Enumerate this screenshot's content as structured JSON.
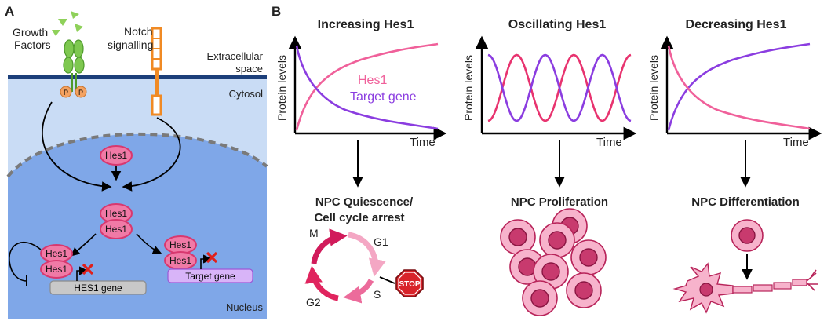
{
  "panel_a": {
    "label": "A",
    "growth_factors": [
      "Growth",
      "Factors"
    ],
    "notch": [
      "Notch",
      "signalling"
    ],
    "extracellular": [
      "Extracellular",
      "space"
    ],
    "cytosol": "Cytosol",
    "nucleus": "Nucleus",
    "phospho": "P",
    "hes1": "Hes1",
    "hes1_gene": "HES1 gene",
    "target_gene": "Target gene",
    "colors": {
      "hes1_fill": "#f07aa6",
      "hes1_stroke": "#d8386f",
      "membrane": "#1c3f7a",
      "nucleus": "#7fa7e8",
      "cytosol": "#c9dcf5",
      "notch": "#f08a24",
      "growth_factor": "#7ec850",
      "phospho": "#f4a261",
      "repress_x": "#e0201b"
    }
  },
  "panel_b": {
    "label": "B",
    "time_label": "Time",
    "ylabel": "Protein levels",
    "legend": {
      "hes1": "Hes1",
      "target": "Target gene"
    },
    "colors": {
      "hes1": "#f0609a",
      "target": "#8b3de0",
      "hes1_osc": "#e8336f"
    },
    "graphs": [
      {
        "title": "Increasing  Hes1",
        "outcome": [
          "NPC Quiescence/",
          "Cell cycle arrest"
        ]
      },
      {
        "title": "Oscillating  Hes1",
        "outcome": [
          "NPC Proliferation"
        ]
      },
      {
        "title": "Decreasing  Hes1",
        "outcome": [
          "NPC Differentiation"
        ]
      }
    ],
    "cell_cycle": {
      "phases": [
        "M",
        "G1",
        "S",
        "G2"
      ],
      "stop": "STOP"
    }
  }
}
